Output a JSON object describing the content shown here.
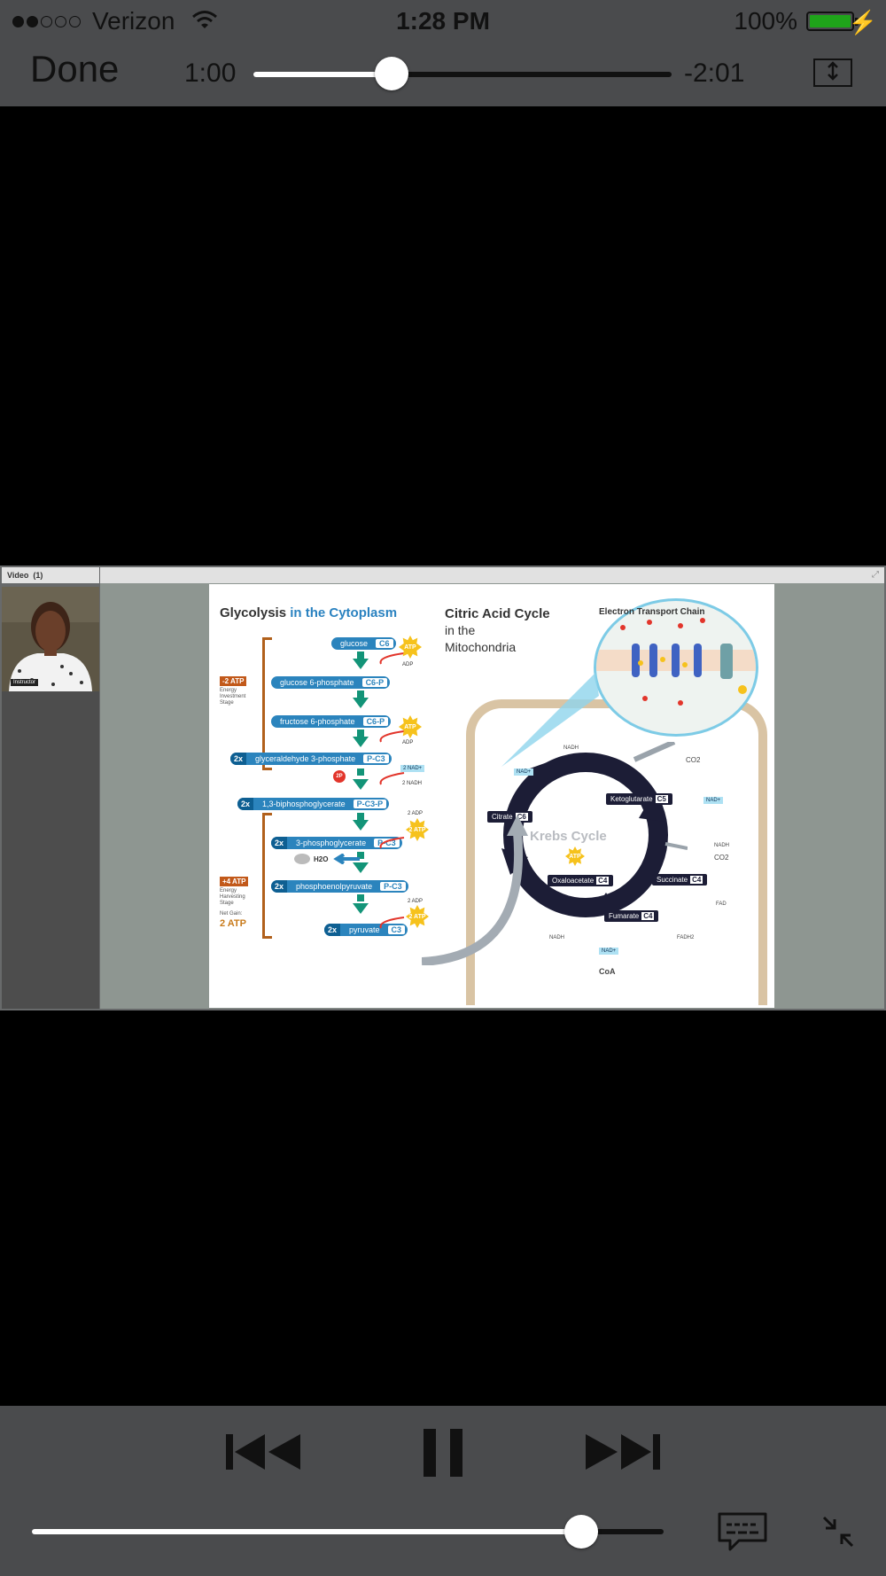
{
  "status_bar": {
    "signal_bars_filled": 2,
    "signal_bars_total": 5,
    "carrier": "Verizon",
    "time": "1:28 PM",
    "battery_percent": "100%"
  },
  "player": {
    "done_label": "Done",
    "elapsed": "1:00",
    "remaining": "-2:01",
    "progress": 0.33,
    "volume": 0.87
  },
  "video_frame": {
    "panel_title": "Video",
    "panel_count": "(1)",
    "webcam_label": "Instructor"
  },
  "slide": {
    "glycolysis_title_a": "Glycolysis",
    "glycolysis_title_b": "in the Cytoplasm",
    "invest_badge": "-2 ATP",
    "invest_note": "Energy Investment Stage",
    "harvest_badge": "+4 ATP",
    "harvest_note": "Energy Harvesting Stage",
    "net_gain_label": "Net Gain:",
    "net_gain_value": "2 ATP",
    "steps": [
      {
        "mult": "",
        "name": "glucose",
        "formula": "C6"
      },
      {
        "mult": "",
        "name": "glucose 6-phosphate",
        "formula": "C6-P"
      },
      {
        "mult": "",
        "name": "fructose 6-phosphate",
        "formula": "C6-P"
      },
      {
        "mult": "2x",
        "name": "glyceraldehyde 3-phosphate",
        "formula": "P-C3"
      },
      {
        "mult": "2x",
        "name": "1,3-biphosphoglycerate",
        "formula": "P-C3-P"
      },
      {
        "mult": "2x",
        "name": "3-phosphoglycerate",
        "formula": "P-C3"
      },
      {
        "mult": "2x",
        "name": "phosphoenolpyruvate",
        "formula": "P-C3"
      },
      {
        "mult": "2x",
        "name": "pyruvate",
        "formula": "C3"
      }
    ],
    "atp": "ATP",
    "adp": "ADP",
    "two_atp": "2 ATP",
    "two_adp": "2 ADP",
    "two_nad": "2 NAD+",
    "two_nadh": "2 NADH",
    "two_p": "2P",
    "water": "H2O",
    "cac_title": "Citric Acid Cycle",
    "cac_sub_1": "in the",
    "cac_sub_2": "Mitochondria",
    "etc_title": "Electron Transport Chain",
    "krebs_title": "Krebs Cycle",
    "krebs": {
      "citrate": "Citrate",
      "citrate_c": "C6",
      "ketoglutarate": "Ketoglutarate",
      "ketoglutarate_c": "C5",
      "succinate": "Succinate",
      "succinate_c": "C4",
      "fumarate": "Fumarate",
      "fumarate_c": "C4",
      "oxaloacetate": "Oxaloacetate",
      "oxaloacetate_c": "C4"
    },
    "labels": {
      "nadh": "NADH",
      "nad": "NAD+",
      "co2": "CO2",
      "fad": "FAD",
      "fadh2": "FADH2",
      "coa": "CoA",
      "atp": "ATP"
    }
  },
  "colors": {
    "bar_bg": "#4a4b4d",
    "battery": "#1fa41a",
    "glycolysis_blue": "#2b84bd",
    "arrow_green": "#139478",
    "atp_gold": "#f6c21c",
    "krebs_navy": "#1c1d36",
    "stage_orange": "#c2591a"
  }
}
